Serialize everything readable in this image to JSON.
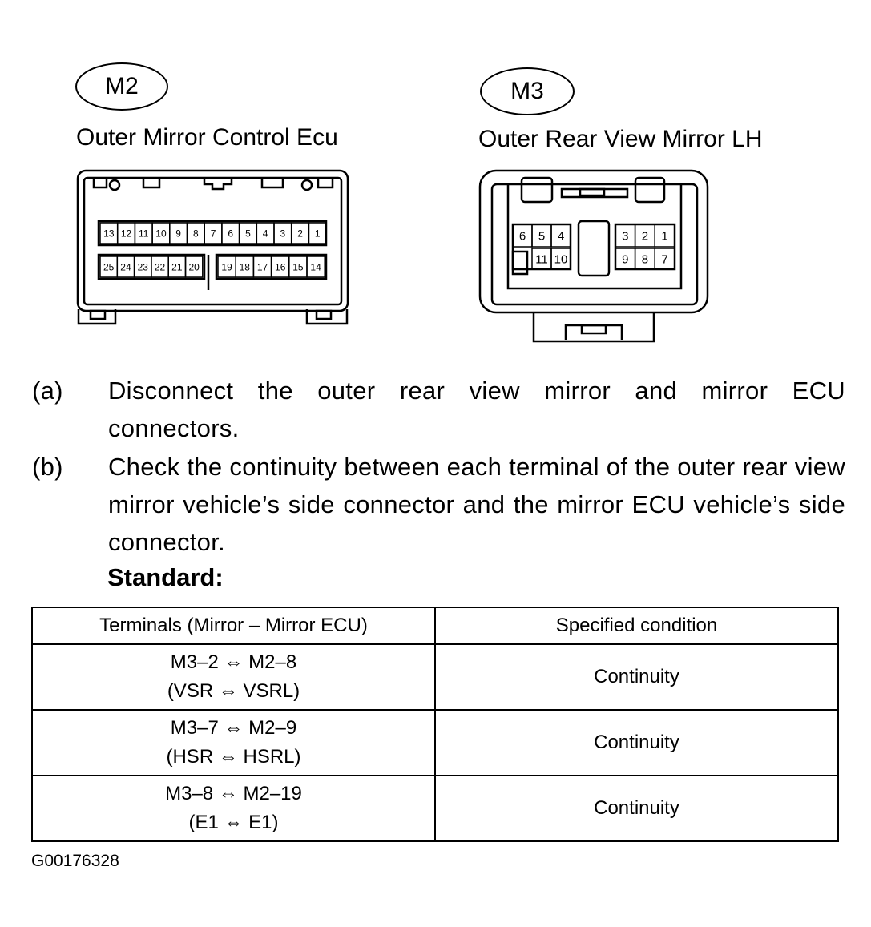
{
  "connectors": {
    "m2": {
      "tag": "M2",
      "title": "Outer Mirror Control Ecu",
      "top_pins": [
        "13",
        "12",
        "11",
        "10",
        "9",
        "8",
        "7",
        "6",
        "5",
        "4",
        "3",
        "2",
        "1"
      ],
      "bottom_left_pins": [
        "25",
        "24",
        "23",
        "22",
        "21",
        "20"
      ],
      "bottom_right_pins": [
        "19",
        "18",
        "17",
        "16",
        "15",
        "14"
      ]
    },
    "m3": {
      "tag": "M3",
      "title": "Outer Rear View Mirror LH",
      "left_top_pins": [
        "6",
        "5",
        "4"
      ],
      "left_bottom_pins": [
        "11",
        "10"
      ],
      "right_top_pins": [
        "3",
        "2",
        "1"
      ],
      "right_bottom_pins": [
        "9",
        "8",
        "7"
      ]
    }
  },
  "steps": [
    {
      "label": "(a)",
      "text": "Disconnect the outer rear view mirror and mirror ECU connectors."
    },
    {
      "label": "(b)",
      "text": "Check the continuity between each terminal of the outer rear view mirror vehicle’s side connector and the mirror ECU vehicle’s side connector."
    }
  ],
  "standard_label": "Standard:",
  "table": {
    "headers": [
      "Terminals (Mirror – Mirror ECU)",
      "Specified condition"
    ],
    "rows": [
      {
        "terminal_line1": "M3–2 ⇔ M2–8",
        "terminal_line2": "(VSR ⇔ VSRL)",
        "condition": "Continuity"
      },
      {
        "terminal_line1": "M3–7 ⇔ M2–9",
        "terminal_line2": "(HSR ⇔ HSRL)",
        "condition": "Continuity"
      },
      {
        "terminal_line1": "M3–8 ⇔ M2–19",
        "terminal_line2": "(E1 ⇔ E1)",
        "condition": "Continuity"
      }
    ]
  },
  "figure_code": "G00176328"
}
